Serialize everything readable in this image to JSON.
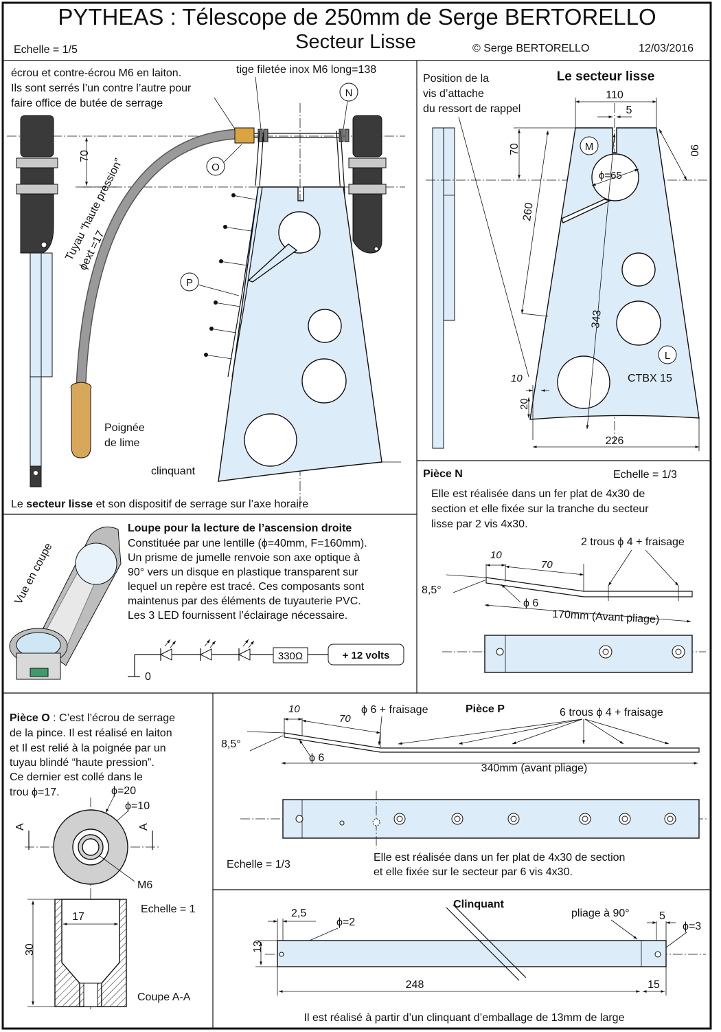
{
  "header": {
    "title": "PYTHEAS : Télescope de 250mm de Serge BERTORELLO",
    "subtitle": "Secteur Lisse",
    "scale": "Echelle = 1/5",
    "copyright": "© Serge BERTORELLO",
    "date": "12/03/2016"
  },
  "assembly": {
    "note_line1": "écrou et contre-écrou M6 en laiton.",
    "note_line2": "Ils sont serrés l’un contre l’autre pour",
    "note_line3": "faire office de butée de serrage",
    "rod_label": "tige filetée inox M6 long=138",
    "dim_70": "70",
    "hose_label1": "Tuyau “haute pression”",
    "hose_label2": "ϕext =17",
    "label_n": "N",
    "label_o": "O",
    "label_p": "P",
    "handle1": "Poignée",
    "handle2": "de lime",
    "clinquant": "clinquant",
    "caption_pre": "Le ",
    "caption_bold": "secteur lisse",
    "caption_post": " et son dispositif de serrage sur l’axe horaire"
  },
  "sector": {
    "position1": "Position de la",
    "position2": "vis d’attache",
    "position3": "du ressort de rappel",
    "title": "Le secteur lisse",
    "d110": "110",
    "d5": "5",
    "d70": "70",
    "d90": "90",
    "label_m": "M",
    "phi65": "ϕ=65",
    "d260": "260",
    "d343": "343",
    "label_l": "L",
    "ctbx": "CTBX 15",
    "d10": "10",
    "d20": "20",
    "d226": "226"
  },
  "piece_n": {
    "title": "Pièce N",
    "scale": "Echelle = 1/3",
    "desc1": "Elle est réalisée dans un fer plat de 4x30 de",
    "desc2": "section et elle fixée sur la tranche du secteur",
    "desc3": "lisse par 2 vis 4x30.",
    "holes": "2 trous ϕ 4 + fraisage",
    "d10": "10",
    "d70": "70",
    "angle": "8,5°",
    "phi6": "ϕ 6",
    "length": "170mm (Avant pliage)"
  },
  "loupe": {
    "title": "Loupe pour la lecture de l’ascension droite",
    "line1": "Constituée par une lentille (ϕ=40mm, F=160mm).",
    "line2": "Un prisme de jumelle renvoie son axe optique à",
    "line3": "90° vers un disque en plastique transparent sur",
    "line4": "lequel un repère est tracé. Ces composants sont",
    "line5": "maintenus par des éléments de tuyauterie PVC.",
    "line6": "Les 3 LED fournissent l’éclairage nécessaire.",
    "vue": "Vue en coupe",
    "resistor": "330Ω",
    "supply": "+ 12 volts",
    "ground": "0"
  },
  "piece_o": {
    "title": "Pièce O",
    "line1": " : C’est l’écrou de serrage",
    "line2": "de la pince. Il est réalisé en laiton",
    "line3": "et Il est relié à la poignée par un",
    "line4": "tuyau blindé “haute pression”.",
    "line5": "Ce dernier est collé dans le",
    "line6": "trou ϕ=17.",
    "phi20": "ϕ=20",
    "phi10": "ϕ=10",
    "section_letter": "A",
    "m6": "M6",
    "scale": "Echelle = 1",
    "d17": "17",
    "d30": "30",
    "coupe": "Coupe A-A"
  },
  "piece_p": {
    "title": "Pièce P",
    "d10": "10",
    "d70": "70",
    "phi6_frais": "ϕ 6 + fraisage",
    "holes": "6 trous ϕ 4 + fraisage",
    "angle": "8,5°",
    "phi6": "ϕ 6",
    "length": "340mm (avant pliage)",
    "scale": "Echelle = 1/3",
    "desc1": "Elle est réalisée dans un fer plat de 4x30 de section",
    "desc2": "et elle fixée sur le secteur par 6 vis 4x30."
  },
  "clinquant": {
    "title": "Clinquant",
    "d25": "2,5",
    "phi2": "ϕ=2",
    "fold": "pliage à 90°",
    "d5": "5",
    "phi3": "ϕ=3",
    "d13": "13",
    "d248": "248",
    "d15": "15",
    "desc": "Il est réalisé à partir d’un clinquant d’emballage de 13mm de large"
  }
}
